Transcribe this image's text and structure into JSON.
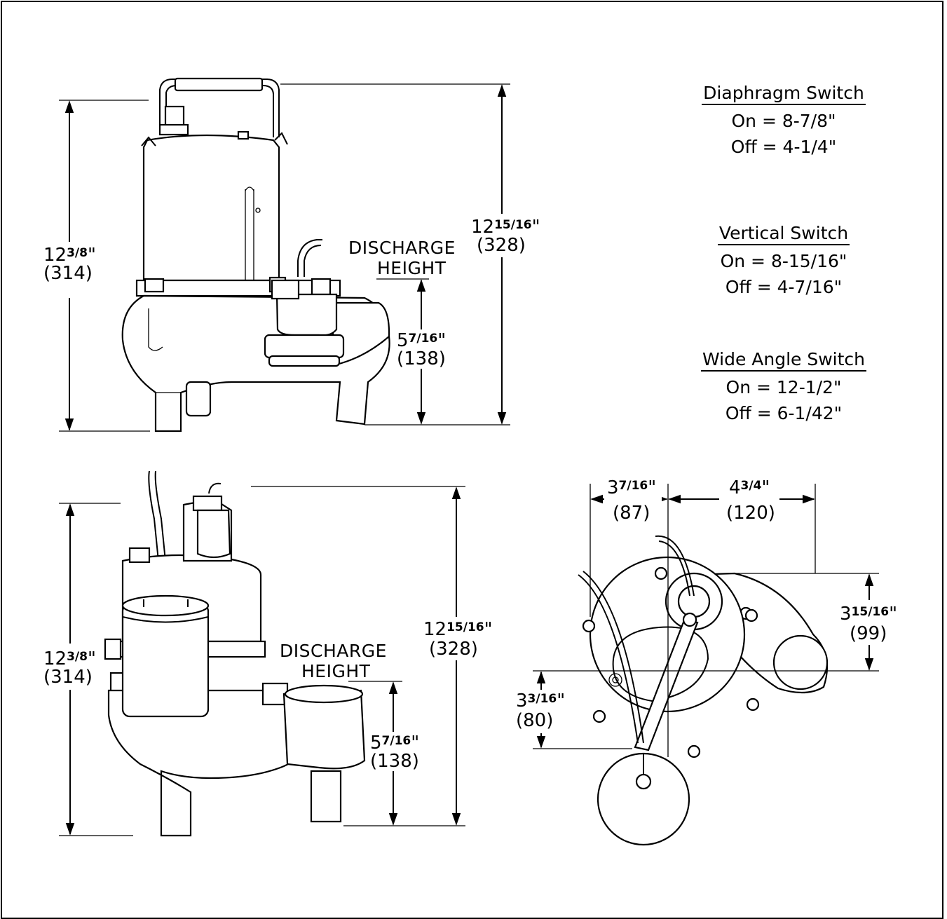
{
  "switches": [
    {
      "title": "Diaphragm Switch",
      "on": "On = 8-7/8\"",
      "off": "Off = 4-1/4\""
    },
    {
      "title": "Vertical Switch",
      "on": "On = 8-15/16\"",
      "off": "Off = 4-7/16\""
    },
    {
      "title": "Wide Angle Switch",
      "on": "On = 12-1/2\"",
      "off": "Off = 6-1/42\""
    }
  ],
  "top_view": {
    "height_left": {
      "whole": "12",
      "frac": "3/8",
      "unit": "\"",
      "metric": "(314)"
    },
    "height_right": {
      "whole": "12",
      "frac": "15/16",
      "unit": "\"",
      "metric": "(328)"
    },
    "discharge": {
      "line1": "DISCHARGE",
      "line2": "HEIGHT",
      "whole": "5",
      "frac": "7/16",
      "unit": "\"",
      "metric": "(138)"
    }
  },
  "side_view": {
    "height_left": {
      "whole": "12",
      "frac": "3/8",
      "unit": "\"",
      "metric": "(314)"
    },
    "height_right": {
      "whole": "12",
      "frac": "15/16",
      "unit": "\"",
      "metric": "(328)"
    },
    "discharge": {
      "line1": "DISCHARGE",
      "line2": "HEIGHT",
      "whole": "5",
      "frac": "7/16",
      "unit": "\"",
      "metric": "(138)"
    }
  },
  "plan_view": {
    "dim_a": {
      "whole": "3",
      "frac": "7/16",
      "unit": "\"",
      "metric": "(87)"
    },
    "dim_b": {
      "whole": "4",
      "frac": "3/4",
      "unit": "\"",
      "metric": "(120)"
    },
    "dim_c": {
      "whole": "3",
      "frac": "15/16",
      "unit": "\"",
      "metric": "(99)"
    },
    "dim_d": {
      "whole": "3",
      "frac": "3/16",
      "unit": "\"",
      "metric": "(80)"
    }
  }
}
